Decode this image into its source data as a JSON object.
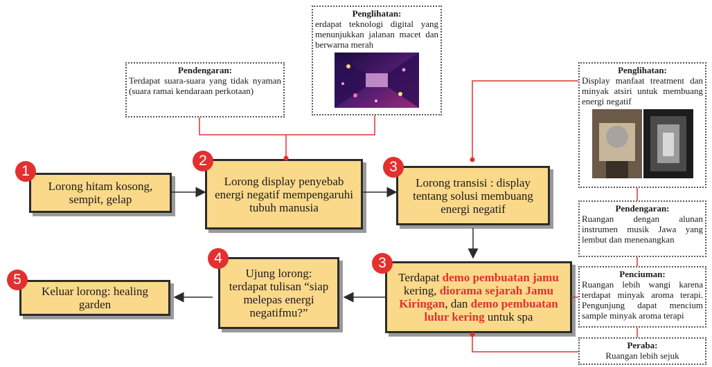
{
  "flow": {
    "step1": {
      "badge": "1",
      "text": "Lorong hitam kosong, sempit, gelap"
    },
    "step2": {
      "badge": "2",
      "text": "Lorong display penyebab energi negatif mempengaruhi tubuh manusia"
    },
    "step3a": {
      "badge": "3",
      "text": "Lorong transisi : display tentang solusi membuang energi negatif"
    },
    "step3b": {
      "badge": "3",
      "parts": [
        "Terdapat ",
        "demo pembuatan jamu",
        " kering, ",
        "diorama sejarah Jamu Kiringan",
        ", dan ",
        "demo pembuatan lulur kering",
        " untuk spa"
      ]
    },
    "step4": {
      "badge": "4",
      "text": "Ujung lorong: terdapat tulisan “siap melepas energi negatifmu?”"
    },
    "step5": {
      "badge": "5",
      "text": "Keluar lorong: healing garden"
    }
  },
  "notes": {
    "pendengaran1": {
      "title": "Pendengaran:",
      "text": "Terdapat suara-suara yang tidak nyaman (suara ramai kendaraan perkotaan)"
    },
    "penglihatan1": {
      "title": "Penglihatan:",
      "text": "erdapat teknologi digital yang menunjukkan jalanan macet dan berwarna merah"
    },
    "penglihatan2": {
      "title": "Penglihatan:",
      "text": "Display manfaat treatment dan minyak atsiri untuk membuang energi negatif"
    },
    "pendengaran2": {
      "title": "Pendengaran:",
      "text": "Ruangan dengan alunan instrumen musik Jawa yang lembut dan menenangkan"
    },
    "penciuman": {
      "title": "Penciuman:",
      "text": "Ruangan lebih wangi karena terdapat minyak aroma terapi. Pengunjung dapat mencium sample minyak aroma terapi"
    },
    "peraba": {
      "title": "Peraba:",
      "text": "Ruangan lebih sejuk"
    }
  },
  "colors": {
    "box_fill": "#fbd98a",
    "badge": "#e23030",
    "connector": "#e0312f",
    "arrow": "#2b2b2b"
  }
}
